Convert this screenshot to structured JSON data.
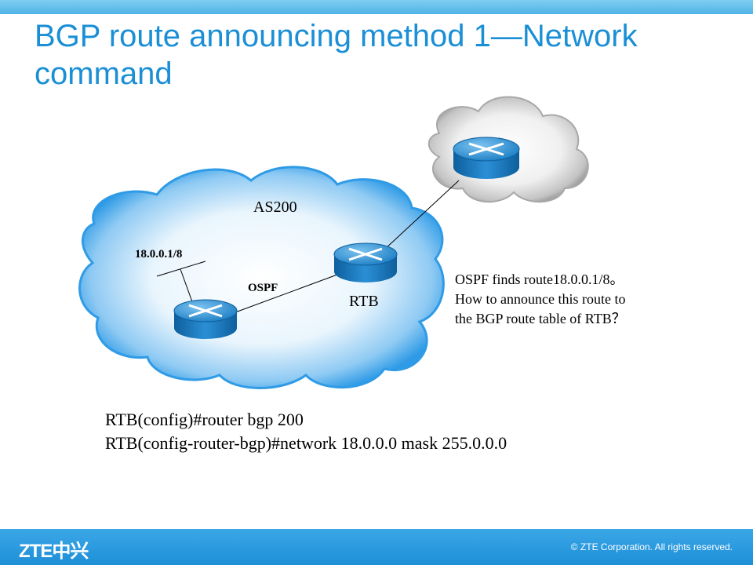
{
  "title": "BGP route announcing method 1—Network command",
  "diagram": {
    "as_label": "AS200",
    "network_label": "18.0.0.1/8",
    "link_label": "OSPF",
    "router_label": "RTB"
  },
  "question": {
    "line1": "OSPF finds route18.0.0.1/8。",
    "line2": "How to announce this route to",
    "line3": "the BGP route table of RTB？"
  },
  "commands": {
    "line1": "RTB(config)#router bgp 200",
    "line2": "RTB(config-router-bgp)#network 18.0.0.0 mask 255.0.0.0"
  },
  "footer": {
    "logo": "ZTE中兴",
    "copyright": "© ZTE Corporation. All rights reserved."
  },
  "colors": {
    "title": "#1a8fd6",
    "footer_bar": "#1e8fd8",
    "cloud_as200": "#2f9be6",
    "cloud_remote": "#9a9a9a",
    "router": "#1c7ec4"
  }
}
